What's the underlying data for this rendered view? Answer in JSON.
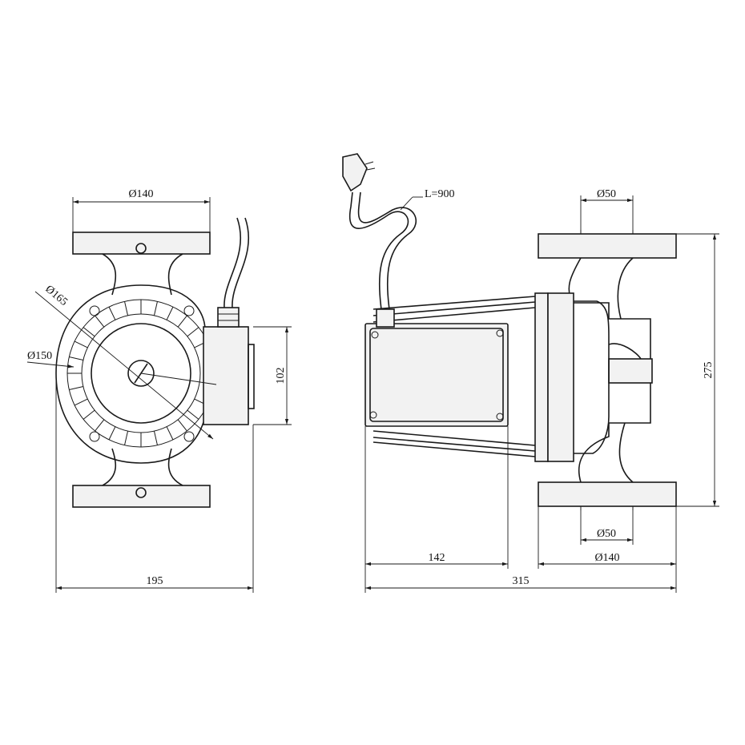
{
  "dimensions": {
    "front_flange_diameter": "Ø140",
    "bolt_circle": "Ø165",
    "body_diameter": "Ø150",
    "terminal_box_height": "102",
    "front_width": "195",
    "cable_length": "L=900",
    "side_port_top": "Ø50",
    "side_height": "275",
    "motor_length": "142",
    "side_port_bottom": "Ø50",
    "side_flange_diameter": "Ø140",
    "overall_length": "315"
  },
  "colors": {
    "line": "#1a1a1a",
    "shade": "#f2f2f2",
    "background": "#ffffff"
  }
}
